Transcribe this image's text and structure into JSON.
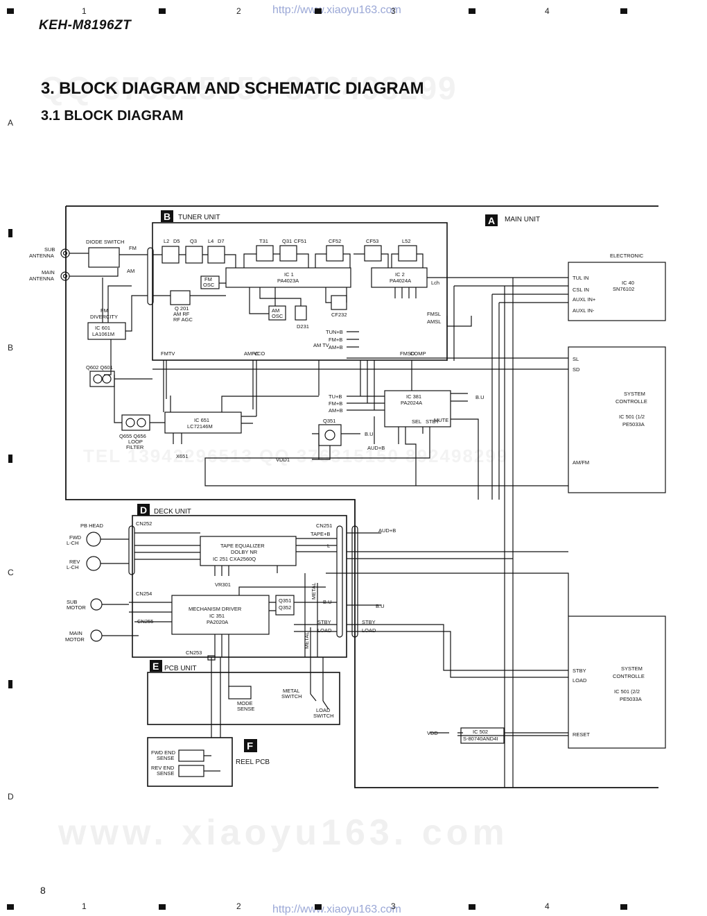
{
  "page": {
    "model": "KEH-M8196ZT",
    "title": "3. BLOCK DIAGRAM AND SCHEMATIC DIAGRAM",
    "subtitle": "3.1 BLOCK DIAGRAM",
    "page_number": "8",
    "watermark_url": "http://www.xiaoyu163.com",
    "watermark_phone": "QQ 376315150  892498299",
    "watermark_site": "www. xiaoyu163. com",
    "watermark_tel": "TEL 13942296513  QQ 376315150  892498299",
    "column_numbers": [
      "1",
      "2",
      "3",
      "4"
    ],
    "row_letters": [
      "A",
      "B",
      "C",
      "D"
    ]
  },
  "units": {
    "tuner": {
      "letter": "B",
      "name": "TUNER UNIT"
    },
    "main": {
      "letter": "A",
      "name": "MAIN UNIT"
    },
    "deck": {
      "letter": "D",
      "name": "DECK UNIT"
    },
    "pcb": {
      "letter": "E",
      "name": "PCB UNIT"
    },
    "reel": {
      "letter": "F",
      "name": "REEL PCB"
    }
  },
  "antennas": [
    {
      "label": "SUB\nANTENNA",
      "lines": [
        "SUB",
        "ANTENNA"
      ]
    },
    {
      "label": "MAIN\nANTENNA",
      "lines": [
        "MAIN",
        "ANTENNA"
      ]
    }
  ],
  "blocks": {
    "diode_switch": "DIODE SWITCH",
    "fm_diversity": [
      "FM",
      "DIVERCITY"
    ],
    "ic601": [
      "IC 601",
      "LA1061M"
    ],
    "q602_q601": "Q602  Q601",
    "ic1": [
      "IC 1",
      "PA4023A"
    ],
    "ic2": [
      "IC 2",
      "PA4024A"
    ],
    "fm_osc": [
      "FM",
      "OSC"
    ],
    "am_osc": [
      "AM",
      "OSC"
    ],
    "q201": [
      "Q 201",
      "AM RF",
      "RF AGC"
    ],
    "d231": "D231",
    "cf232": "CF232",
    "tun_b": "TUN+B",
    "fm_b": "FM+B",
    "am_b": "AM+B",
    "ic651": [
      "IC 651",
      "LC72146M"
    ],
    "q655": [
      "Q655 Q656",
      "LOOP",
      "FILTER"
    ],
    "x651": "X651",
    "ic381": [
      "IC 381",
      "PA2024A"
    ],
    "q351_tuner": "Q351",
    "vdd1": "VDD1",
    "electronic": "ELECTRONIC",
    "ic40x": [
      "IC 40",
      "SN76102"
    ],
    "system_ctrl_1": [
      "SYSTEM",
      "CONTROLLE",
      "IC 501 (1/2",
      "PE5033A"
    ],
    "system_ctrl_2": [
      "SYSTEM",
      "CONTROLLE",
      "IC 501 (2/2",
      "PE5033A"
    ],
    "tape_eq": [
      "TAPE EQUALIZER",
      "DOLBY NR",
      "IC 251  CXA2560Q"
    ],
    "vr301": "VR301",
    "mech_driver": [
      "MECHANISM DRIVER",
      "IC 351",
      "PA2020A"
    ],
    "q351_deck": [
      "Q351",
      "Q352"
    ],
    "ic502": [
      "IC 502",
      "S-80740AND4I"
    ],
    "vdd": "VDD",
    "pb_head": "PB HEAD",
    "fwd": [
      "FWD",
      "L-CH"
    ],
    "rev": [
      "REV",
      "L-CH"
    ],
    "sub_motor": [
      "SUB",
      "MOTOR"
    ],
    "main_motor": [
      "MAIN",
      "MOTOR"
    ],
    "mode_sense": [
      "MODE",
      "SENSE"
    ],
    "metal_switch": [
      "METAL",
      "SWITCH"
    ],
    "load_switch": [
      "LOAD",
      "SWITCH"
    ],
    "fwd_end": [
      "FWD END",
      "SENSE"
    ],
    "rev_end": [
      "REV END",
      "SENSE"
    ]
  },
  "signals": {
    "fm": "FM",
    "am": "AM",
    "fmsl": "FMSL",
    "amsl": "AMSL",
    "lch": "Lch",
    "tul_in": "TUL IN",
    "csl_in": "CSL IN",
    "auxl_in_p": "AUXL IN+",
    "auxl_in_m": "AUXL IN-",
    "sl": "SL",
    "sd": "SD",
    "amfm": "AM/FM",
    "bu": "B.U",
    "aud_b": "AUD+B",
    "tape_b": "TAPE+B",
    "l": "L",
    "stby": "STBY",
    "load": "LOAD",
    "metal": "METAL",
    "reset": "RESET",
    "mute": "MUTE",
    "sel": "SEL",
    "fmtv": "FMTV",
    "amfc": "AMFC",
    "vco": "VCO",
    "amtv": "AM TV",
    "fmsd": "FMSD",
    "comp": "COMP",
    "tu_b": "TU+B",
    "fm_b2": "FM+B",
    "am_b2": "AM+B"
  },
  "connectors": {
    "cn252": "CN252",
    "cn251": "CN251",
    "cn254": "CN254",
    "cn255": "CN255",
    "cn253": "CN253"
  },
  "components": {
    "l2": "L2",
    "d5": "D5",
    "q3": "Q3",
    "l4": "L4",
    "d7": "D7",
    "t31": "T31",
    "q31": "Q31",
    "cf51": "CF51",
    "cf52": "CF52",
    "cf53": "CF53",
    "l52": "L52"
  }
}
